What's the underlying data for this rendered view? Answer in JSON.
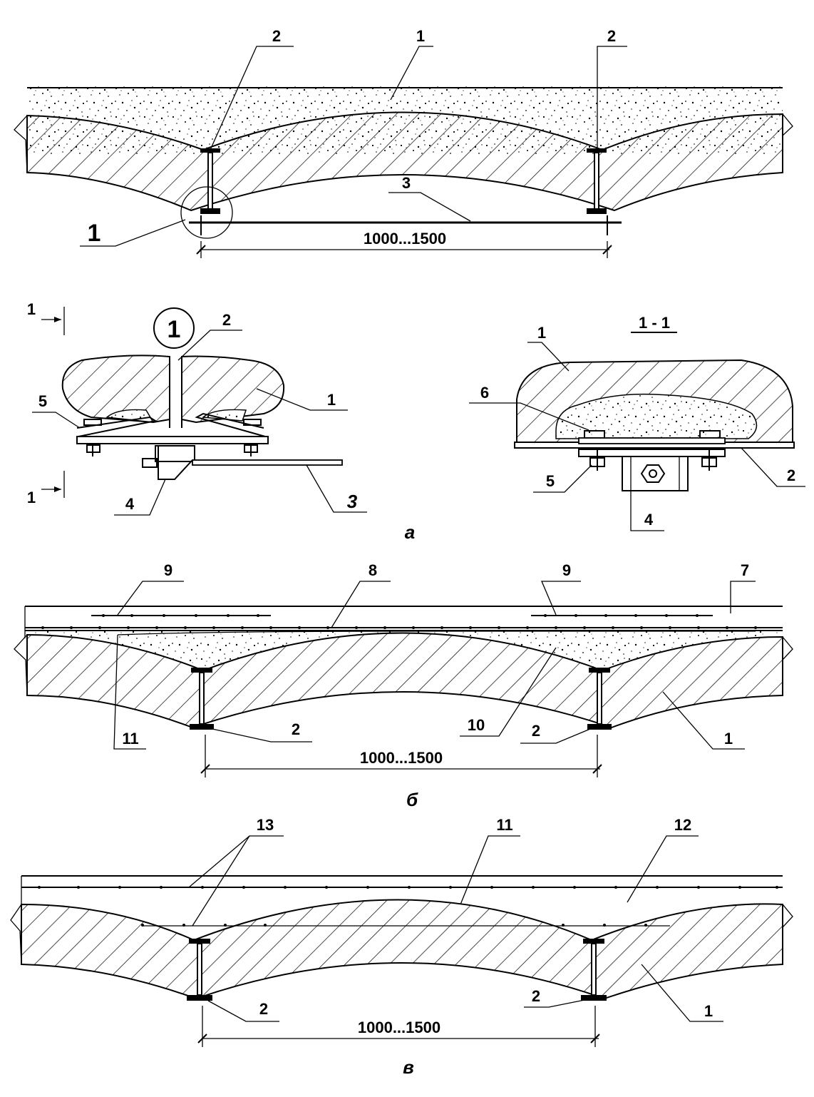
{
  "labels": {
    "n1": "1",
    "n2": "2",
    "n3": "3",
    "n3_italic": "3",
    "n4": "4",
    "n5": "5",
    "n6": "6",
    "n7": "7",
    "n8": "8",
    "n9": "9",
    "n10": "10",
    "n11": "11",
    "n12": "12",
    "n13": "13",
    "span": "1000...1500",
    "detail_mark": "1",
    "section_title": "1 - 1",
    "section_arrow": "1"
  },
  "captions": {
    "a": "а",
    "b": "б",
    "v": "в"
  },
  "colors": {
    "ink": "#000000",
    "paper": "#ffffff"
  }
}
